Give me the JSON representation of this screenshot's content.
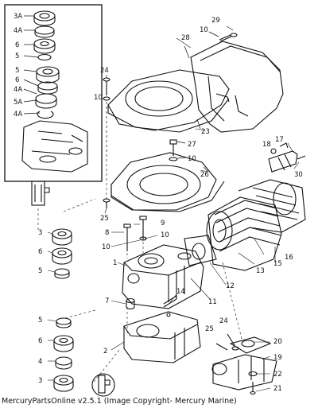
{
  "callouts": {
    "c3A": "3A",
    "c4A_a": "4A",
    "c6_inset": "6",
    "c5_inset_a": "5",
    "c5_inset_b": "5",
    "c6_inset_b": "6",
    "c4A_b": "4A",
    "c5A": "5A",
    "c4A_c": "4A",
    "c29": "29",
    "c10_top": "10",
    "c28": "28",
    "c24_top": "24",
    "c10_b": "10",
    "c23": "23",
    "c27": "27",
    "c10_c": "10",
    "c26": "26",
    "c18": "18",
    "c17": "17",
    "c30": "30",
    "c25_left": "25",
    "c9": "9",
    "c8": "8",
    "c10_d": "10",
    "c10_e": "10",
    "c16": "16",
    "c15": "15",
    "c13": "13",
    "c12": "12",
    "c11": "11",
    "c1": "1",
    "c14": "14",
    "c7": "7",
    "c2": "2",
    "c3_left": "3",
    "c6_left": "6",
    "c5_left": "5",
    "c5_low": "5",
    "c6_low": "6",
    "c4_low": "4",
    "c3_low": "3",
    "c24_low": "24",
    "c25_low": "25",
    "c20": "20",
    "c19": "19",
    "c22": "22",
    "c21": "21"
  },
  "footer": "MercuryPartsOnline v2.5.1 (Image Copyright- Mercury Marine)"
}
